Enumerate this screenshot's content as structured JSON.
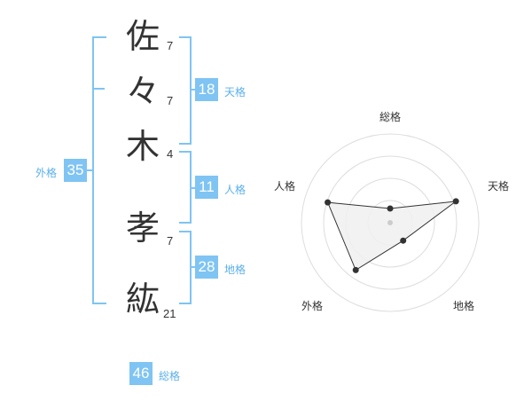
{
  "name_chars": [
    {
      "char": "佐",
      "strokes": "7"
    },
    {
      "char": "々",
      "strokes": "7"
    },
    {
      "char": "木",
      "strokes": "4"
    },
    {
      "char": "孝",
      "strokes": "7"
    },
    {
      "char": "紘",
      "strokes": "21"
    }
  ],
  "kaku": {
    "ten": {
      "value": "18",
      "label": "天格"
    },
    "jin": {
      "value": "11",
      "label": "人格"
    },
    "chi": {
      "value": "28",
      "label": "地格"
    },
    "gai": {
      "value": "35",
      "label": "外格"
    },
    "sou": {
      "value": "46",
      "label": "総格"
    }
  },
  "chart_data": {
    "type": "radar",
    "axes": [
      "総格",
      "天格",
      "地格",
      "外格",
      "人格"
    ],
    "values": [
      0.16,
      0.78,
      0.25,
      0.66,
      0.74
    ],
    "rings": 4,
    "grid": true,
    "colors": {
      "fill": "#f0f0f0",
      "line": "#333333",
      "grid": "#dddddd",
      "accent": "#7fc4f2"
    }
  }
}
